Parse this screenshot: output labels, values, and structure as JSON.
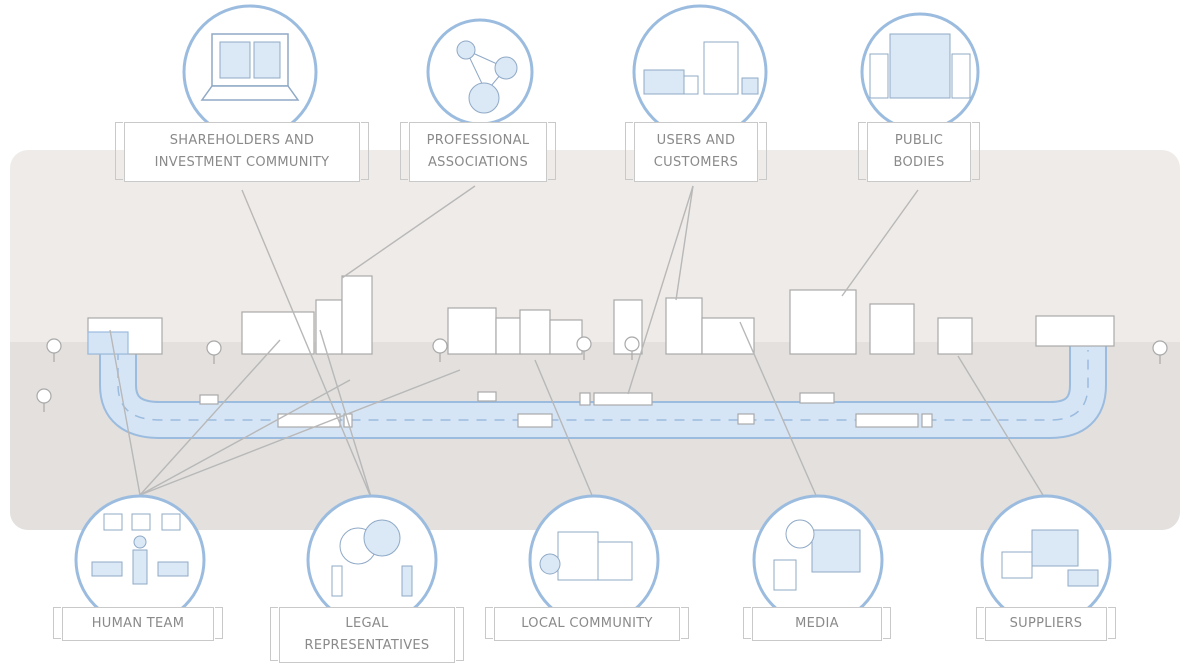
{
  "stakeholders": {
    "top": [
      {
        "id": "shareholders",
        "lines": [
          "SHAREHOLDERS AND",
          "INVESTMENT COMMUNITY"
        ],
        "icon": "laptop-video-call-icon"
      },
      {
        "id": "professional",
        "lines": [
          "PROFESSIONAL",
          "ASSOCIATIONS"
        ],
        "icon": "network-people-icon"
      },
      {
        "id": "users",
        "lines": [
          "USERS AND",
          "CUSTOMERS"
        ],
        "icon": "truck-building-icon"
      },
      {
        "id": "public",
        "lines": [
          "PUBLIC",
          "BODIES"
        ],
        "icon": "government-building-icon"
      }
    ],
    "bottom": [
      {
        "id": "human",
        "lines": [
          "HUMAN TEAM"
        ],
        "icon": "office-workers-icon"
      },
      {
        "id": "legal",
        "lines": [
          "LEGAL",
          "REPRESENTATIVES"
        ],
        "icon": "speech-bubbles-icon"
      },
      {
        "id": "local",
        "lines": [
          "LOCAL COMMUNITY"
        ],
        "icon": "town-houses-icon"
      },
      {
        "id": "media",
        "lines": [
          "MEDIA"
        ],
        "icon": "monitor-magnifier-icon"
      },
      {
        "id": "suppliers",
        "lines": [
          "SUPPLIERS"
        ],
        "icon": "delivery-truck-icon"
      }
    ]
  },
  "colors": {
    "accent_blue": "#9bbcdf",
    "road_fill": "#d6e5f5",
    "band_light": "#efebe8",
    "band_dark": "#e3e0de",
    "line_gray": "#b5b5b5"
  }
}
